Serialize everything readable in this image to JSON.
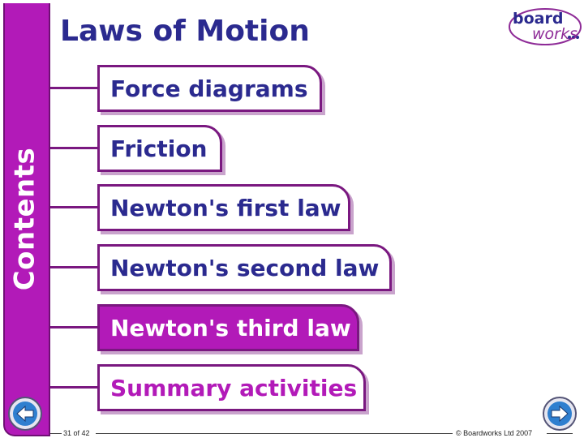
{
  "title": "Laws of Motion",
  "sidebar": {
    "label": "Contents"
  },
  "logo": {
    "line1": "board",
    "line2": "works"
  },
  "menu": [
    {
      "label": "Force diagrams",
      "state": "normal"
    },
    {
      "label": "Friction",
      "state": "normal"
    },
    {
      "label": "Newton's first law",
      "state": "normal"
    },
    {
      "label": "Newton's second law",
      "state": "normal"
    },
    {
      "label": "Newton's third law",
      "state": "active"
    },
    {
      "label": "Summary activities",
      "state": "summary"
    }
  ],
  "footer": {
    "page": "31 of 42",
    "copyright": "© Boardworks Ltd 2007"
  },
  "colors": {
    "primary": "#b21ab8",
    "heading": "#2b2a8f",
    "border": "#7a1880"
  }
}
